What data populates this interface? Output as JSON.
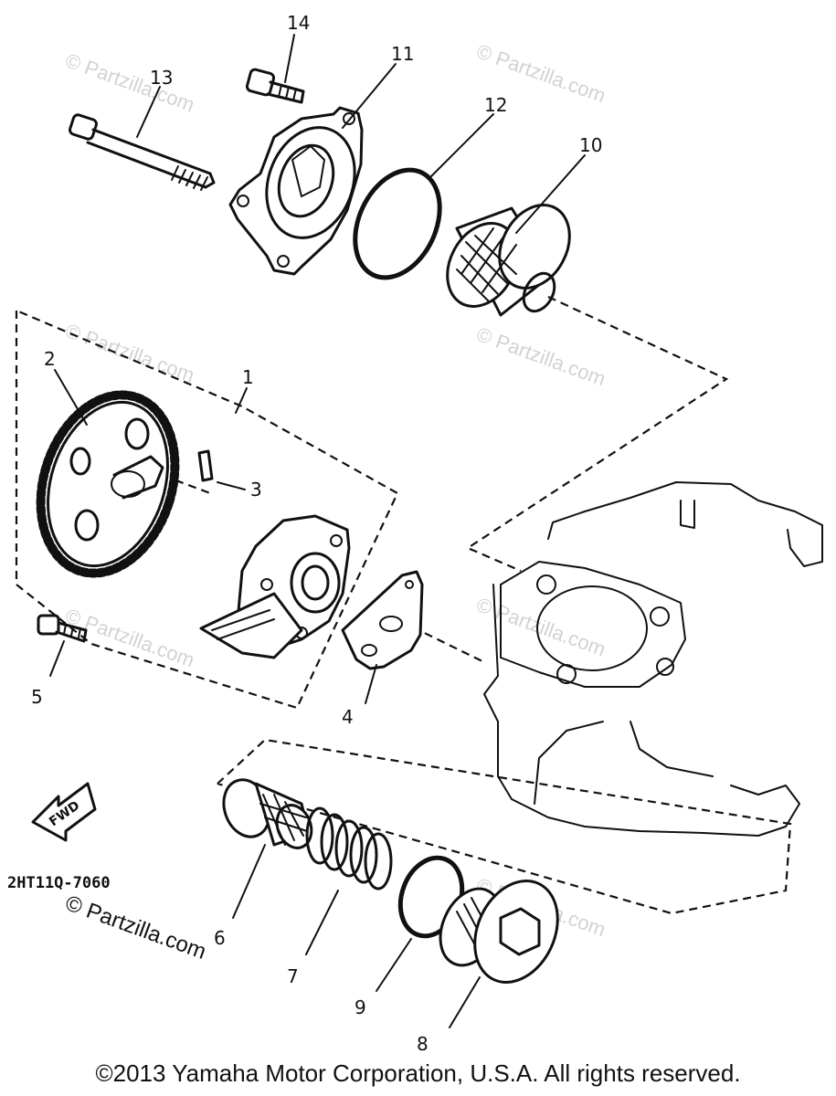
{
  "watermark_text": "© Partzilla.com",
  "diagram_code": "2HT11Q-7060",
  "fwd_label": "FWD",
  "copyright": "©2013 Yamaha Motor Corporation, U.S.A. All rights reserved.",
  "callouts": {
    "c1": "1",
    "c2": "2",
    "c3": "3",
    "c4": "4",
    "c5": "5",
    "c6": "6",
    "c7": "7",
    "c8": "8",
    "c9": "9",
    "c10": "10",
    "c11": "11",
    "c12": "12",
    "c13": "13",
    "c14": "14"
  }
}
